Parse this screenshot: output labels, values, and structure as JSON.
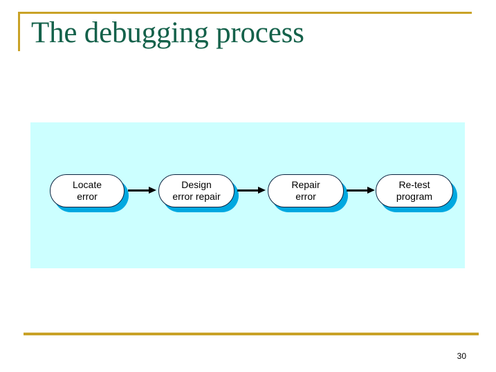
{
  "slide": {
    "title": "The debugging process",
    "page_number": "30",
    "title_color": "#14614A",
    "rule_color": "#C9A227",
    "panel_background": "#CCFFFF",
    "node_shadow_color": "#00A8E0",
    "node_fill_color": "#FFFFFF",
    "node_border_color": "#0B2340",
    "arrow_color": "#000000"
  },
  "diagram": {
    "type": "flowchart",
    "orientation": "left-to-right",
    "nodes": [
      {
        "id": "locate-error",
        "line1": "Locate",
        "line2": "error"
      },
      {
        "id": "design-error-repair",
        "line1": "Design",
        "line2": "error repair"
      },
      {
        "id": "repair-error",
        "line1": "Repair",
        "line2": "error"
      },
      {
        "id": "re-test-program",
        "line1": "Re-test",
        "line2": "program"
      }
    ],
    "arrows": [
      {
        "from": "locate-error",
        "to": "design-error-repair"
      },
      {
        "from": "design-error-repair",
        "to": "repair-error"
      },
      {
        "from": "repair-error",
        "to": "re-test-program"
      }
    ]
  }
}
